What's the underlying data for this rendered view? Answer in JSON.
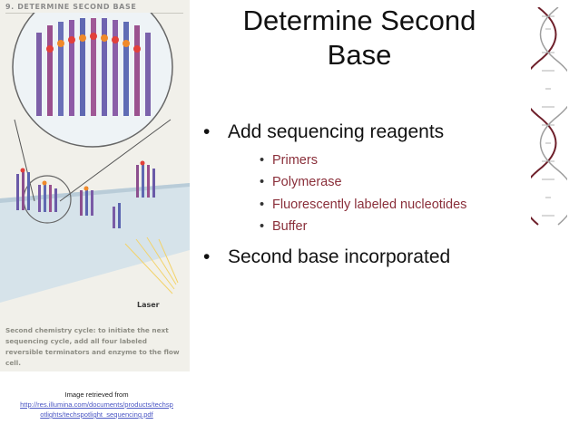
{
  "slide": {
    "title": "Determine Second Base",
    "bullets": [
      {
        "text": "Add sequencing reagents",
        "sub": [
          "Primers",
          "Polymerase",
          "Fluorescently labeled nucleotides",
          "Buffer"
        ]
      },
      {
        "text": "Second base incorporated",
        "sub": []
      }
    ]
  },
  "figure": {
    "heading": "9. DETERMINE SECOND BASE",
    "laser_label": "Laser",
    "caption": "Second chemistry cycle: to initiate the next sequencing cycle, add all four labeled reversible terminators and enzyme to the flow cell."
  },
  "credit": {
    "line1": "Image retrieved from",
    "url_line1": "http://res.illumina.com/documents/products/techsp",
    "url_line2": "otlights/techspotlight_sequencing.pdf"
  },
  "colors": {
    "title": "#111111",
    "sub_bullet_text": "#8a2f3a",
    "link": "#4b57c4",
    "panel_bg": "#f1f0ea",
    "dna_accent": "#6e1f2a"
  }
}
